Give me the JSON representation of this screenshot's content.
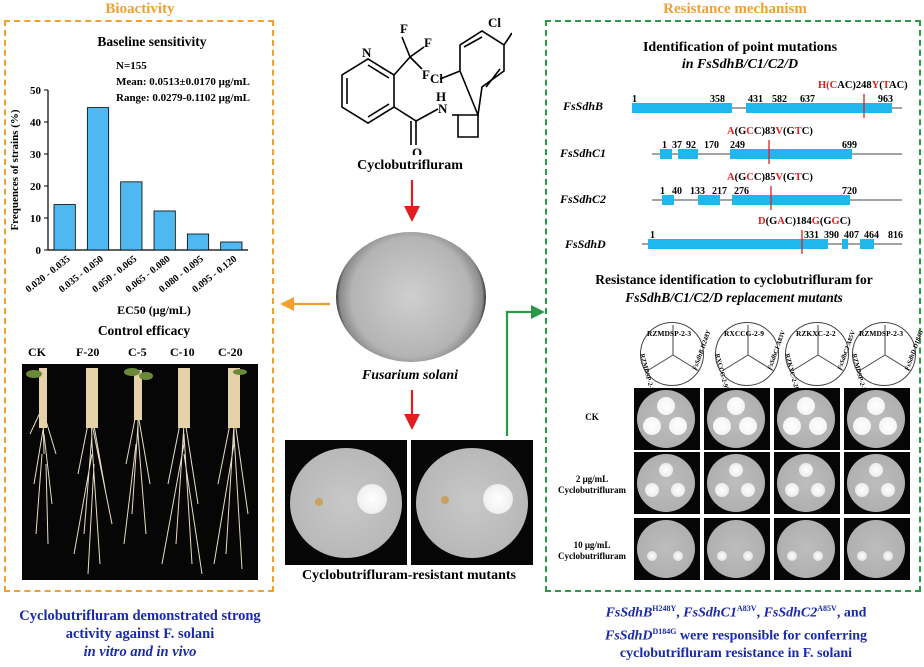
{
  "titles": {
    "bioactivity": "Bioactivity",
    "mechanism": "Resistance mechanism"
  },
  "colors": {
    "bioactivity": "#f0a030",
    "mechanism": "#2a9a4a",
    "bar": "#4fb8f0",
    "red": "#e02020",
    "caption": "#1a2aa8"
  },
  "baseline": {
    "title": "Baseline sensitivity",
    "n": "N=155",
    "mean": "Mean: 0.0513±0.0170 μg/mL",
    "range": "Range: 0.0279-0.1102 μg/mL"
  },
  "chart_data": {
    "type": "bar",
    "title": "Baseline sensitivity",
    "categories": [
      "0.020 - 0.035",
      "0.035 - 0.050",
      "0.050 - 0.065",
      "0.065 - 0.080",
      "0.080 - 0.095",
      "0.095 - 0.120"
    ],
    "values": [
      14.2,
      44.5,
      21.3,
      12.2,
      5.0,
      2.5
    ],
    "xlabel": "EC50 (μg/mL)",
    "ylabel": "Frequences of strains (%)",
    "ylim": [
      0,
      50
    ],
    "yticks": [
      "0",
      "10",
      "20",
      "30",
      "40",
      "50"
    ],
    "grid": false
  },
  "control": {
    "title": "Control efficacy",
    "labels": [
      "CK",
      "F-20",
      "C-5",
      "C-10",
      "C-20"
    ]
  },
  "center": {
    "compound": "Cyclobutrifluram",
    "fungus": "Fusarium solani",
    "mutants": "Cyclobutrifluram-resistant mutants",
    "atoms": {
      "F1": "F",
      "F2": "F",
      "F3": "F",
      "N": "N",
      "H": "H",
      "O": "O",
      "Cl1": "Cl",
      "Cl2": "Cl"
    }
  },
  "mutations": {
    "title_line1": "Identification of point mutations",
    "title_line2": "in FsSdhB/C1/C2/D",
    "genes": [
      {
        "name": "FsSdhB",
        "nums": [
          "1",
          "358",
          "431",
          "582",
          "637",
          "963"
        ],
        "mut": [
          "H(",
          "C",
          "AC)248",
          "Y",
          "(",
          "T",
          "AC)"
        ]
      },
      {
        "name": "FsSdhC1",
        "nums": [
          "1",
          "37",
          "92",
          "170",
          "249",
          "699"
        ],
        "mut": [
          "A",
          "(G",
          "C",
          "C)83",
          "V",
          "(G",
          "T",
          "C)"
        ]
      },
      {
        "name": "FsSdhC2",
        "nums": [
          "1",
          "40",
          "133",
          "217",
          "276",
          "720"
        ],
        "mut": [
          "A",
          "(G",
          "C",
          "C)85",
          "V",
          "(G",
          "T",
          "C)"
        ]
      },
      {
        "name": "FsSdhD",
        "nums": [
          "1",
          "331",
          "390",
          "407",
          "464",
          "816"
        ],
        "mut": [
          "D",
          "(G",
          "A",
          "C)184",
          "G",
          "(G",
          "G",
          "C)"
        ]
      }
    ]
  },
  "replacement": {
    "title_line1": "Resistance identification to cyclobutrifluram for",
    "title_line2": "FsSdhB/C1/C2/D replacement mutants",
    "columns": [
      {
        "top": "RZMDSP-2-3",
        "left": "RZMDSP-2-3R-1",
        "right": "FsSdhB H248Y"
      },
      {
        "top": "RXCCG-2-9",
        "left": "RXCCG-2-9R-1",
        "right": "FsSdhC1 A83V"
      },
      {
        "top": "RZKXC-2-2",
        "left": "RZKXC-2-2R-1",
        "right": "FsSdhC2 A85V"
      },
      {
        "top": "RZMDSP-2-3",
        "left": "RZMDSP-2-3R-1",
        "right": "FsSdhD D184G"
      }
    ],
    "rows": [
      {
        "line1": "CK",
        "line2": ""
      },
      {
        "line1": "2 μg/mL",
        "line2": "Cyclobutrifluram"
      },
      {
        "line1": "10 μg/mL",
        "line2": "Cyclobutrifluram"
      }
    ]
  },
  "captions": {
    "left": [
      "Cyclobutrifluram demonstrated strong",
      "activity against F. solani",
      "in vitro and in vivo"
    ],
    "right_parts": [
      "FsSdhB",
      "H248Y",
      ", ",
      "FsSdhC1",
      "A83V",
      ", ",
      "FsSdhC2",
      "A85V",
      ", and",
      "FsSdhD",
      "D184G",
      " were responsible for conferring",
      "cyclobutrifluram resistance in F. solani"
    ]
  }
}
